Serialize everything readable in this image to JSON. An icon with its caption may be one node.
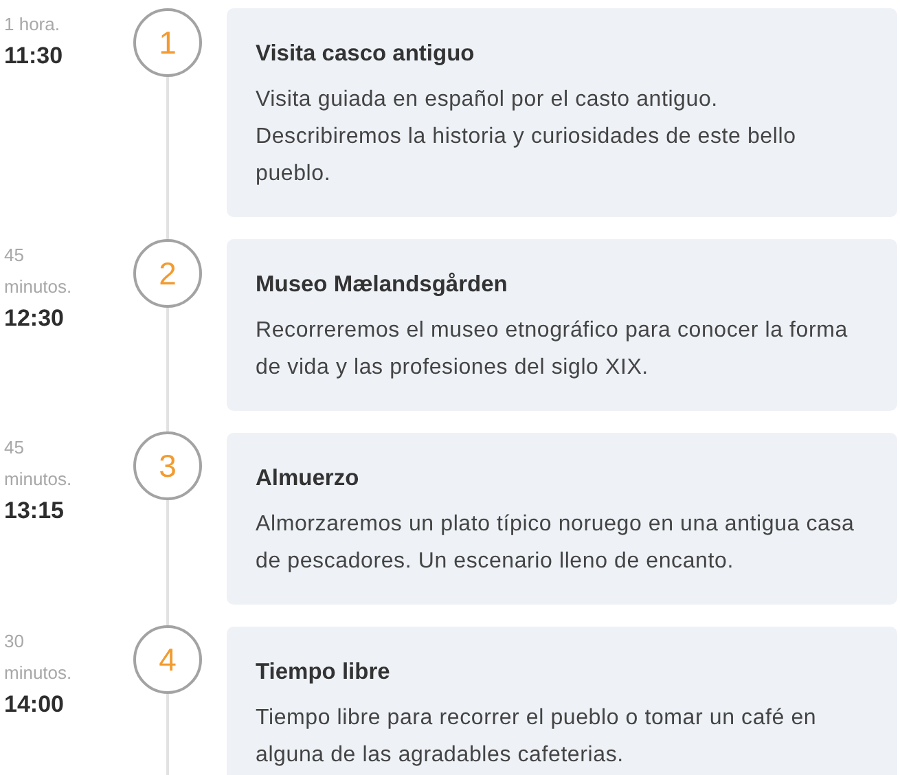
{
  "diagram": {
    "nodes": [
      {
        "text": [
          "1"
        ],
        "beside": [
          "1 hora.",
          "11:30"
        ]
      },
      {
        "text": [
          "Visita casco antiguo",
          "Visita guiada en español por el casto antiguo. Describiremos la historia y curiosidades de este bello pueblo."
        ]
      },
      {
        "text": [
          "2"
        ],
        "beside": [
          "45 minutos.",
          "12:30"
        ]
      },
      {
        "text": [
          "Museo Mælandsgården",
          "Recorreremos el museo etnográfico para conocer la forma de vida y las profesiones del siglo XIX."
        ]
      },
      {
        "text": [
          "3"
        ],
        "beside": [
          "45 minutos.",
          "13:15"
        ]
      },
      {
        "text": [
          "Almuerzo",
          "Almorzaremos un plato típico noruego en una antigua casa de pescadores. Un escenario lleno de encanto."
        ]
      },
      {
        "text": [
          "4"
        ],
        "beside": [
          "30 minutos.",
          "14:00"
        ]
      },
      {
        "text": [
          "Tiempo libre",
          "Tiempo libre para recorrer el pueblo o tomar un café en alguna de las agradables cafeterias."
        ]
      }
    ],
    "edges": [
      {
        "from": 0,
        "to": 2,
        "arrow": "none"
      },
      {
        "from": 2,
        "to": 4,
        "arrow": "none"
      },
      {
        "from": 4,
        "to": 6,
        "arrow": "none"
      },
      {
        "from": 6,
        "to": null,
        "arrow": "none"
      }
    ]
  }
}
